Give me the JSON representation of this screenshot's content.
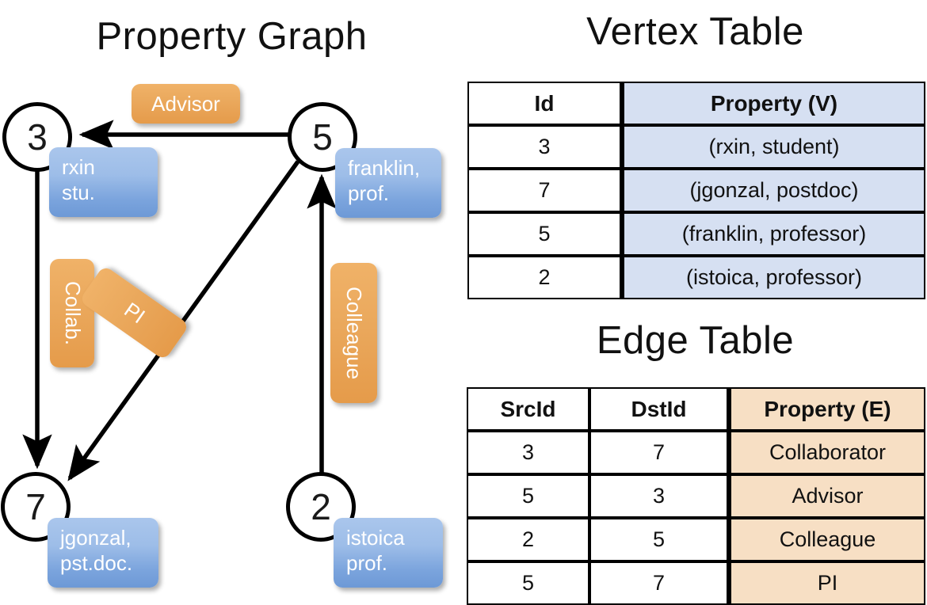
{
  "titles": {
    "graph": "Property Graph",
    "vertex_table": "Vertex Table",
    "edge_table": "Edge Table"
  },
  "colors": {
    "vertex_property_fill": "#d6e0f2",
    "edge_property_fill": "#f7dfc4",
    "node_box_blue": "#7ba4dd",
    "edge_label_orange": "#eaa85c",
    "stroke": "#000000"
  },
  "graph": {
    "nodes": [
      {
        "id": "3",
        "property": "rxin\nstu.",
        "line1": "rxin",
        "line2": "stu."
      },
      {
        "id": "5",
        "property": "franklin,\nprof.",
        "line1": "franklin,",
        "line2": "prof."
      },
      {
        "id": "7",
        "property": "jgonzal,\npst.doc.",
        "line1": "jgonzal,",
        "line2": "pst.doc."
      },
      {
        "id": "2",
        "property": "istoica\nprof.",
        "line1": "istoica",
        "line2": "prof."
      }
    ],
    "edge_labels": [
      {
        "name": "advisor",
        "text": "Advisor"
      },
      {
        "name": "collab",
        "text": "Collab."
      },
      {
        "name": "pi",
        "text": "PI"
      },
      {
        "name": "colleague",
        "text": "Colleague"
      }
    ],
    "edges": [
      {
        "from": "5",
        "to": "3",
        "label": "Advisor"
      },
      {
        "from": "3",
        "to": "7",
        "label": "Collab."
      },
      {
        "from": "5",
        "to": "7",
        "label": "PI"
      },
      {
        "from": "2",
        "to": "5",
        "label": "Colleague"
      }
    ]
  },
  "vertex_table": {
    "headers": [
      "Id",
      "Property (V)"
    ],
    "rows": [
      {
        "id": "3",
        "property": "(rxin, student)"
      },
      {
        "id": "7",
        "property": "(jgonzal, postdoc)"
      },
      {
        "id": "5",
        "property": "(franklin, professor)"
      },
      {
        "id": "2",
        "property": "(istoica, professor)"
      }
    ]
  },
  "edge_table": {
    "headers": [
      "SrcId",
      "DstId",
      "Property (E)"
    ],
    "rows": [
      {
        "src": "3",
        "dst": "7",
        "property": "Collaborator"
      },
      {
        "src": "5",
        "dst": "3",
        "property": "Advisor"
      },
      {
        "src": "2",
        "dst": "5",
        "property": "Colleague"
      },
      {
        "src": "5",
        "dst": "7",
        "property": "PI"
      }
    ]
  }
}
